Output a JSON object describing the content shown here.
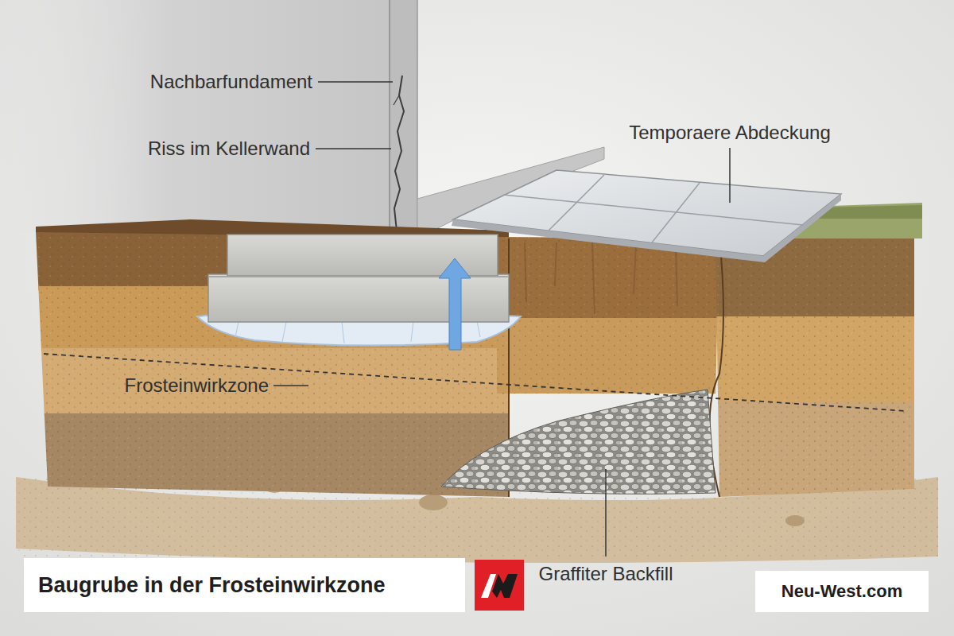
{
  "diagram": {
    "title": "Baugrube in der Frosteinwirkzone",
    "labels": [
      "Nachbarfundament",
      "Riss im Kellerwand",
      "Temporaere Abdeckung",
      "Frosteinwirkzone",
      "Graffiter Backfill",
      "Neu-West.com"
    ]
  }
}
